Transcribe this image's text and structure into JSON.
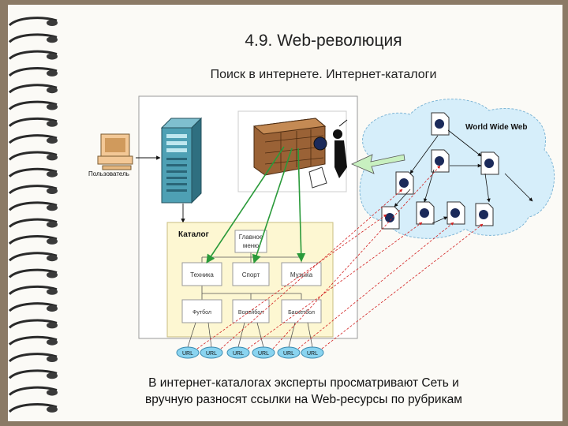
{
  "slide": {
    "title": "4.9. Web-революция",
    "subtitle": "Поиск в интернете. Интернет-каталоги",
    "caption_line1": "В интернет-каталогах эксперты просматривают Сеть и",
    "caption_line2": "вручную разносят ссылки на Web-ресурсы по рубрикам"
  },
  "diagram": {
    "user_label": "Пользователь",
    "www_label": "World Wide Web",
    "catalog_label": "Каталог",
    "root_node_line1": "Главное",
    "root_node_line2": "меню",
    "category_nodes": [
      "Техника",
      "Спорт",
      "Музыка"
    ],
    "subcategory_nodes": [
      "Футбол",
      "Волейбол",
      "Баскетбол"
    ],
    "url_nodes": [
      "URL",
      "URL",
      "URL",
      "URL",
      "URL",
      "URL"
    ],
    "colors": {
      "catalog_fill": "#fdf7d2",
      "cloud_fill": "#d6eefa",
      "expert_arrow": "#2a9a3a",
      "url_link": "#d22020",
      "url_pill": "#8ad4f0"
    }
  }
}
